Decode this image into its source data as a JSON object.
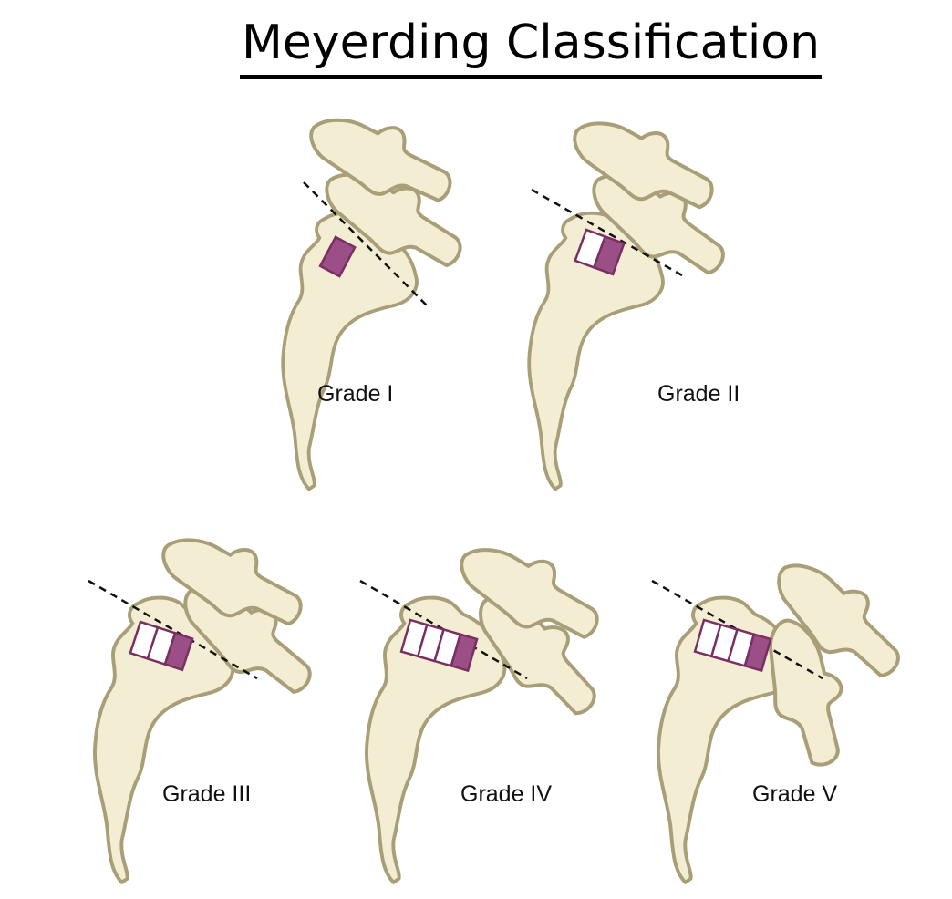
{
  "title": "Meyerding Classification",
  "colors": {
    "bone_fill": "#f3eed3",
    "bone_outline": "#a89e78",
    "slip_fill": "#9b4f86",
    "slip_outline": "#7a2f63",
    "dashed_line": "#111111"
  },
  "grades": [
    {
      "label": "Grade I",
      "slip_cells": 1,
      "total_cells": 1
    },
    {
      "label": "Grade II",
      "slip_cells": 1,
      "total_cells": 2
    },
    {
      "label": "Grade III",
      "slip_cells": 1,
      "total_cells": 3
    },
    {
      "label": "Grade IV",
      "slip_cells": 1,
      "total_cells": 4
    },
    {
      "label": "Grade V",
      "slip_cells": 1,
      "total_cells": 4
    }
  ]
}
